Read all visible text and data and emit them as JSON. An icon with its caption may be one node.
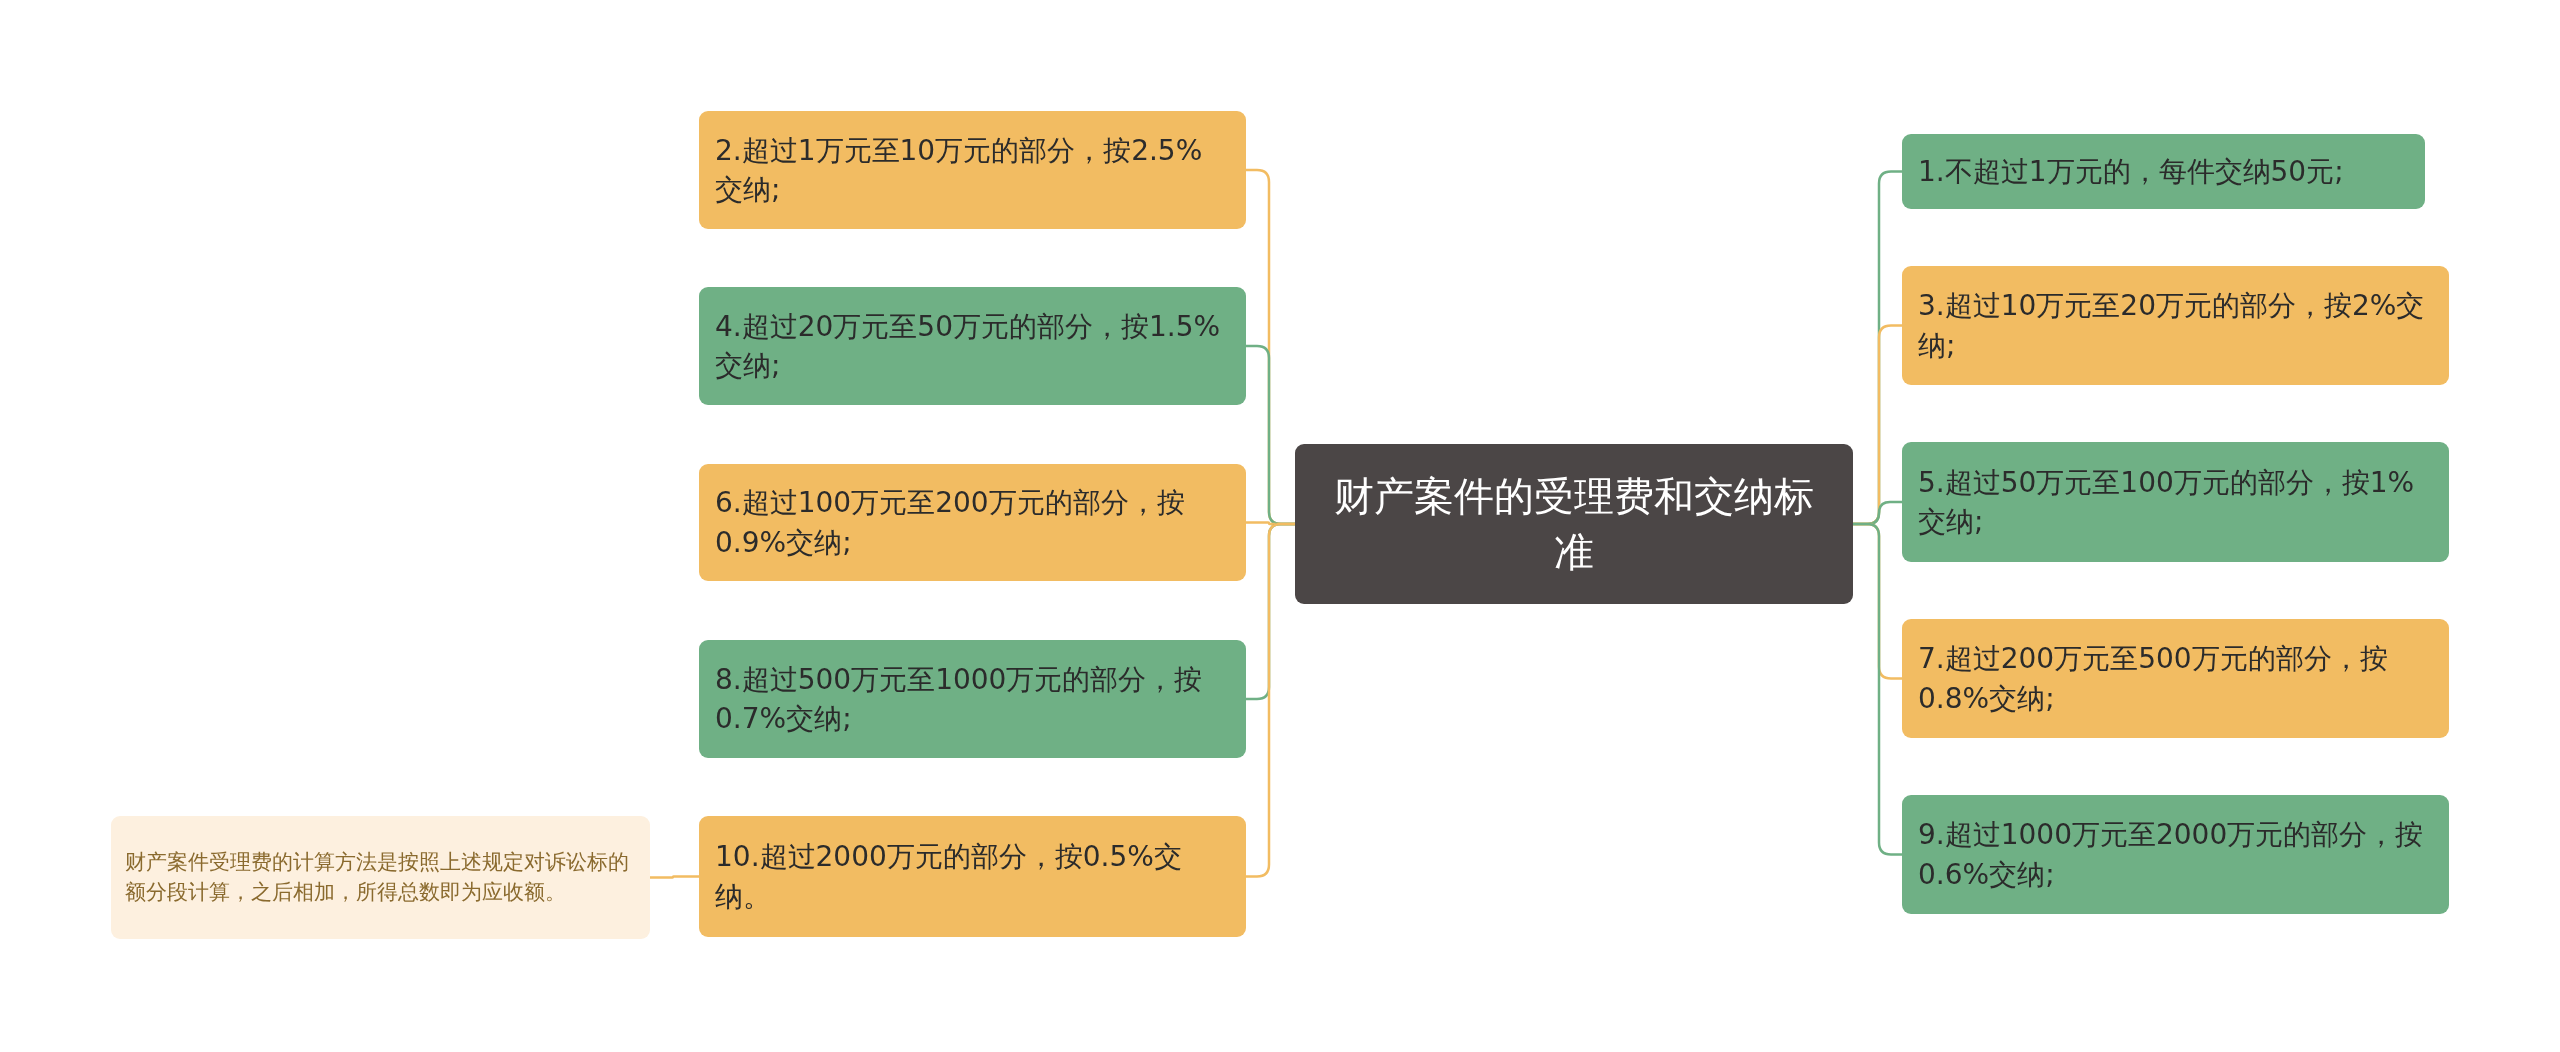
{
  "diagram": {
    "nodes": [
      {
        "text": [
          "财产案件的受理费和交纳标准"
        ]
      },
      {
        "text": [
          "1.不超过1万元的，每件交纳50元;"
        ]
      },
      {
        "text": [
          "2.超过1万元至10万元的部分，按2.5%交纳;"
        ]
      },
      {
        "text": [
          "3.超过10万元至20万元的部分，按2%交纳;"
        ]
      },
      {
        "text": [
          "4.超过20万元至50万元的部分，按1.5%交纳;"
        ]
      },
      {
        "text": [
          "5.超过50万元至100万元的部分，按1%交纳;"
        ]
      },
      {
        "text": [
          "6.超过100万元至200万元的部分，按0.9%交纳;"
        ]
      },
      {
        "text": [
          "7.超过200万元至500万元的部分，按0.8%交纳;"
        ]
      },
      {
        "text": [
          "8.超过500万元至1000万元的部分，按0.7%交纳;"
        ]
      },
      {
        "text": [
          "9.超过1000万元至2000万元的部分，按0.6%交纳;"
        ]
      },
      {
        "text": [
          "10.超过2000万元的部分，按0.5%交纳。"
        ]
      },
      {
        "text": [
          "财产案件受理费的计算方法是按照上述规定对诉讼标的额分段计算，之后相加，所得总数即为应收额。"
        ]
      }
    ],
    "edges": [
      {
        "from": 0,
        "to": 1,
        "arrow": "none",
        "color": "#6fb085"
      },
      {
        "from": 0,
        "to": 2,
        "arrow": "none"
      },
      {
        "from": 0,
        "to": 3,
        "arrow": "none"
      },
      {
        "from": 0,
        "to": 4,
        "arrow": "none",
        "color": "#6fb085"
      },
      {
        "from": 0,
        "to": 5,
        "arrow": "none",
        "color": "#6fb085"
      },
      {
        "from": 0,
        "to": 6,
        "arrow": "none"
      },
      {
        "from": 0,
        "to": 7,
        "arrow": "none"
      },
      {
        "from": 0,
        "to": 8,
        "arrow": "none",
        "color": "#6fb085"
      },
      {
        "from": 0,
        "to": 9,
        "arrow": "none",
        "color": "#6fb085"
      },
      {
        "from": 0,
        "to": 10,
        "arrow": "none"
      },
      {
        "from": 10,
        "to": 11,
        "arrow": "none"
      }
    ]
  }
}
